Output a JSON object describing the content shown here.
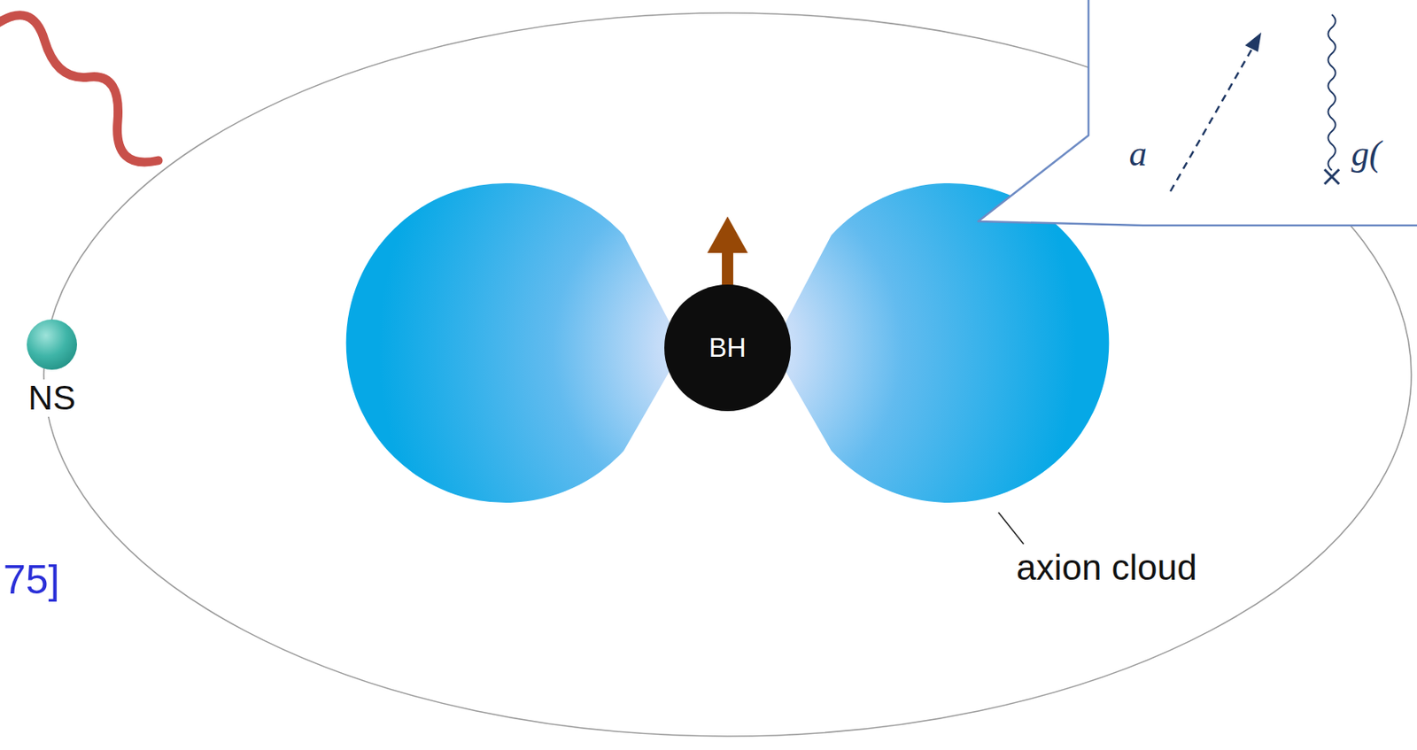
{
  "diagram": {
    "nodes": [
      {
        "text": [
          "a",
          "g("
        ]
      },
      {
        "text": [
          "NS"
        ]
      },
      {
        "text": [
          "BH"
        ]
      }
    ],
    "labels": [
      "axion cloud",
      "75]"
    ]
  }
}
